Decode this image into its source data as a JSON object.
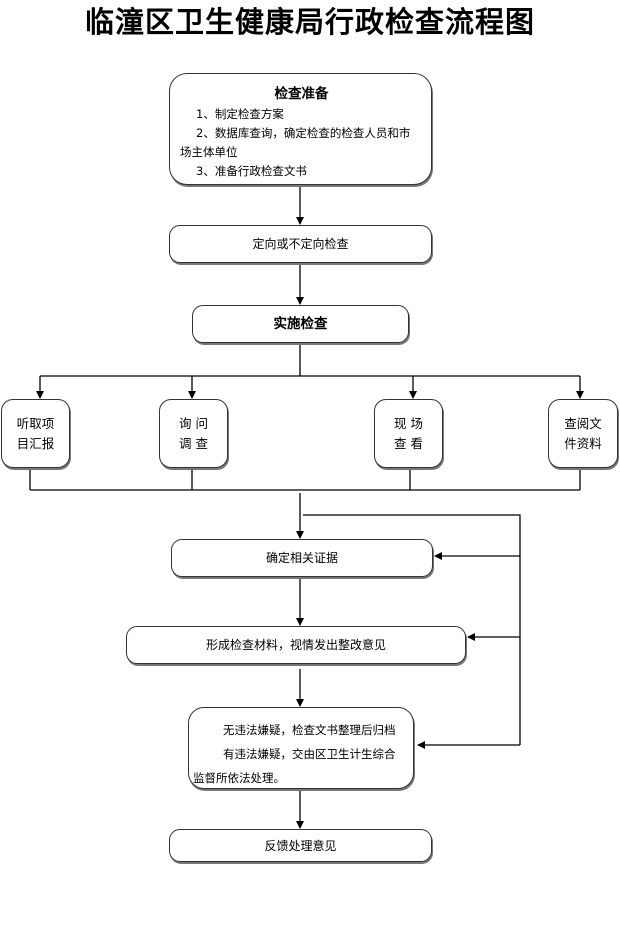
{
  "title": "临潼区卫生健康局行政检查流程图",
  "nodes": {
    "preparation": {
      "heading": "检查准备",
      "items": [
        "1、制定检查方案",
        "2、数据库查询，确定检查的检查人员和市",
        "场主体单位",
        "3、准备行政检查文书"
      ]
    },
    "directed_inspection": "定向或不定向检查",
    "implement_inspection": "实施检查",
    "methods": [
      {
        "label": "听取项目汇报"
      },
      {
        "label": "询 问 调 查"
      },
      {
        "label": "现 场 查 看"
      },
      {
        "label": "查阅文件资料"
      }
    ],
    "determine_evidence": "确定相关证据",
    "form_materials": "形成检查材料，视情发出整改意见",
    "result": {
      "line1": "无违法嫌疑，检查文书整理后归档",
      "line2": "有违法嫌疑，交由区卫生计生综合",
      "line3": "监督所依法处理。"
    },
    "feedback": "反馈处理意见"
  },
  "edges": [
    {
      "from": "preparation",
      "to": "directed_inspection"
    },
    {
      "from": "directed_inspection",
      "to": "implement_inspection"
    },
    {
      "from": "implement_inspection",
      "to": "methods"
    },
    {
      "from": "methods",
      "to": "determine_evidence"
    },
    {
      "from": "determine_evidence",
      "to": "form_materials"
    },
    {
      "from": "form_materials",
      "to": "result"
    },
    {
      "from": "result",
      "to": "feedback"
    },
    {
      "from": "feedback-loop",
      "to": "determine_evidence"
    },
    {
      "from": "feedback-loop",
      "to": "form_materials"
    },
    {
      "from": "feedback-loop",
      "to": "result"
    }
  ]
}
